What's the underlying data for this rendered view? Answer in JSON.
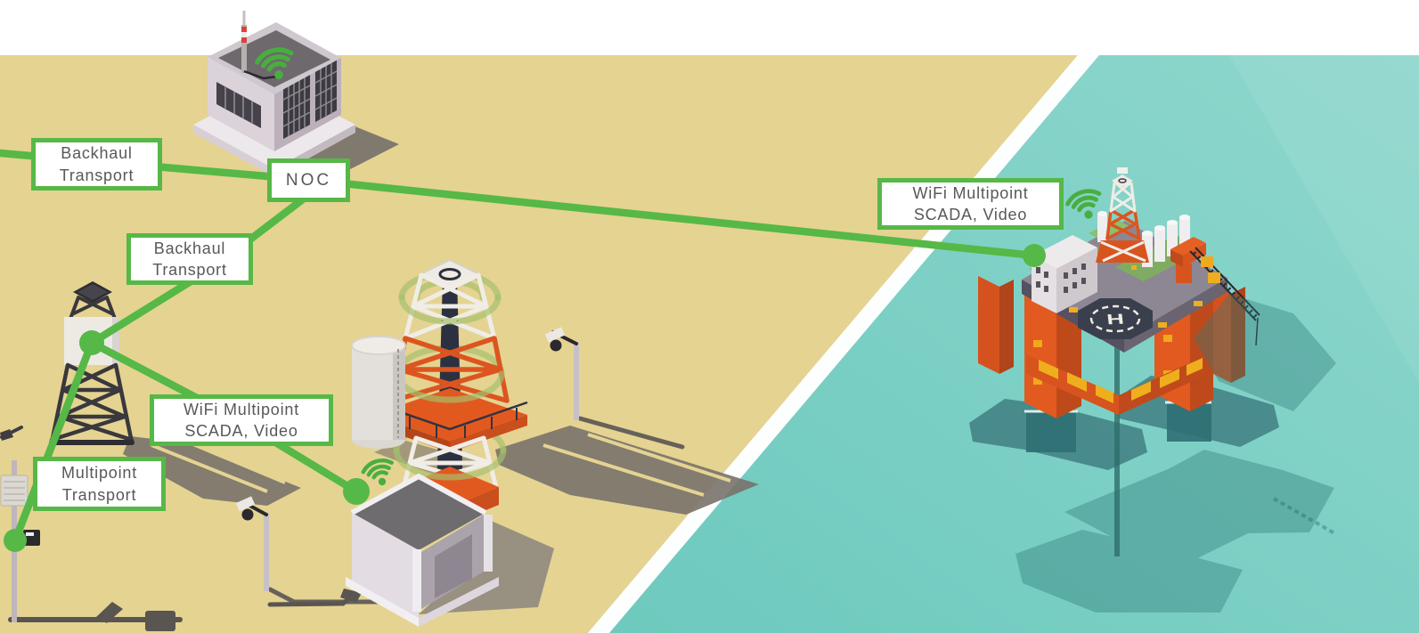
{
  "page": {
    "type": "isometric-network-diagram",
    "title": ""
  },
  "colors": {
    "accent_green": "#56B847",
    "wifi_green": "#48AE3F",
    "ring_green": "#A5C06B",
    "land": "#E5D392",
    "water_light": "#8FD7CD",
    "water_dark": "#74CCC1",
    "label_text": "#57585A",
    "label_border": "#56B847"
  },
  "labels": [
    {
      "id": "backhaul-transport-left",
      "lines": [
        "Backhaul",
        "Transport"
      ]
    },
    {
      "id": "noc",
      "lines": [
        "NOC"
      ]
    },
    {
      "id": "backhaul-transport-mid",
      "lines": [
        "Backhaul",
        "Transport"
      ]
    },
    {
      "id": "wifi-multipoint-onshore",
      "lines": [
        "WiFi Multipoint",
        "SCADA, Video"
      ]
    },
    {
      "id": "multipoint-transport",
      "lines": [
        "Multipoint",
        "Transport"
      ]
    },
    {
      "id": "wifi-multipoint-offshore",
      "lines": [
        "WiFi Multipoint",
        "SCADA, Video"
      ]
    }
  ],
  "icons": [
    "wifi-icon",
    "network-node-dot",
    "antenna-mast-icon",
    "cctv-camera-icon",
    "helipad-h-marking"
  ],
  "helipad_marking": "H",
  "scene_objects": [
    "noc-building",
    "onshore-derrick",
    "drilling-rig-tower",
    "storage-tank",
    "equipment-shelter",
    "cctv-pole",
    "street-lamp",
    "offshore-platform",
    "helipad",
    "crane",
    "subsea-pontoons"
  ]
}
